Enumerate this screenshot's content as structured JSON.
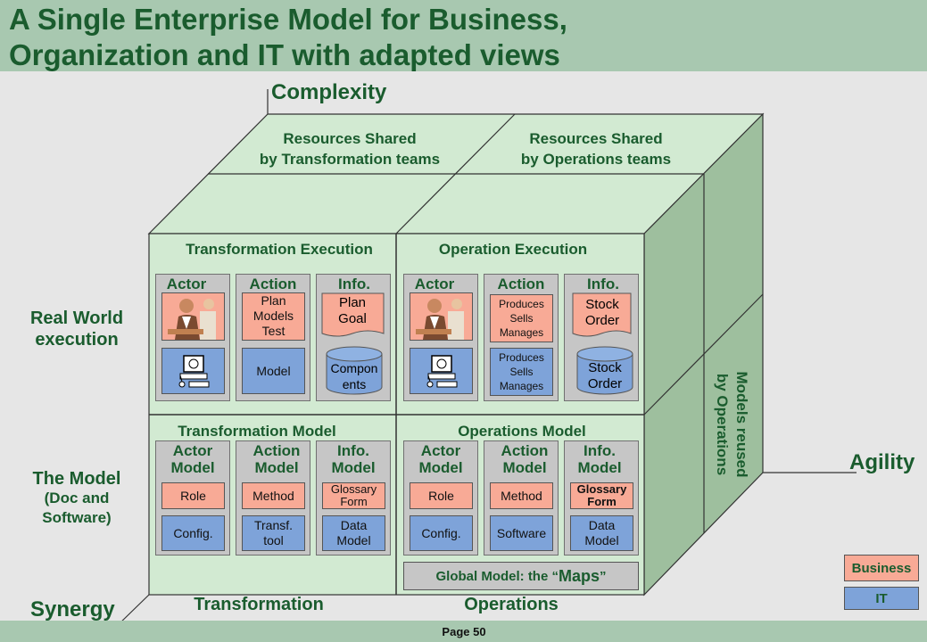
{
  "title_line1": "A Single Enterprise Model for Business,",
  "title_line2": "Organization and IT with adapted views",
  "axes": {
    "complexity": "Complexity",
    "agility": "Agility",
    "synergy": "Synergy"
  },
  "top": {
    "left_line1": "Resources Shared",
    "left_line2": "by Transformation teams",
    "right_line1": "Resources Shared",
    "right_line2": "by Operations teams"
  },
  "side": {
    "line1": "Models reused",
    "line2": "by Operations"
  },
  "rows": {
    "real_line1": "Real World",
    "real_line2": "execution",
    "model_line1": "The Model",
    "model_line2": "(Doc and",
    "model_line3": "Software)"
  },
  "columns": {
    "transformation": "Transformation",
    "operations": "Operations"
  },
  "te": {
    "title": "Transformation Execution",
    "actor": "Actor",
    "action": "Action",
    "info": "Info.",
    "action_biz_1": "Plan",
    "action_biz_2": "Models",
    "action_biz_3": "Test",
    "info_biz_1": "Plan",
    "info_biz_2": "Goal",
    "action_it": "Model",
    "info_it_1": "Compon",
    "info_it_2": "ents"
  },
  "oe": {
    "title": "Operation Execution",
    "actor": "Actor",
    "action": "Action",
    "info": "Info.",
    "action_biz_1": "Produces",
    "action_biz_2": "Sells",
    "action_biz_3": "Manages",
    "action_it_1": "Produces",
    "action_it_2": "Sells",
    "action_it_3": "Manages",
    "info_biz_1": "Stock",
    "info_biz_2": "Order",
    "info_it_1": "Stock",
    "info_it_2": "Order"
  },
  "tm": {
    "title": "Transformation Model",
    "actor_1": "Actor",
    "actor_2": "Model",
    "action_1": "Action",
    "action_2": "Model",
    "info_1": "Info.",
    "info_2": "Model",
    "role": "Role",
    "method": "Method",
    "glossary_1": "Glossary",
    "glossary_2": "Form",
    "config": "Config.",
    "tool_1": "Transf.",
    "tool_2": "tool",
    "data_1": "Data",
    "data_2": "Model"
  },
  "om": {
    "title": "Operations Model",
    "actor_1": "Actor",
    "actor_2": "Model",
    "action_1": "Action",
    "action_2": "Model",
    "info_1": "Info.",
    "info_2": "Model",
    "role": "Role",
    "method": "Method",
    "glossary_1": "Glossary",
    "glossary_2": "Form",
    "config": "Config.",
    "software": "Software",
    "data_1": "Data",
    "data_2": "Model"
  },
  "global_model_prefix": "Global Model: the “",
  "global_model_maps": "Maps",
  "global_model_suffix": "”",
  "legend": {
    "business": "Business",
    "it": "IT"
  },
  "page": "Page  50",
  "colors": {
    "business": "#f8aa96",
    "it": "#7ea3d9",
    "cube_front": "#d2ead2",
    "cube_side": "#9ebf9e",
    "title_green": "#1a5c2e"
  }
}
